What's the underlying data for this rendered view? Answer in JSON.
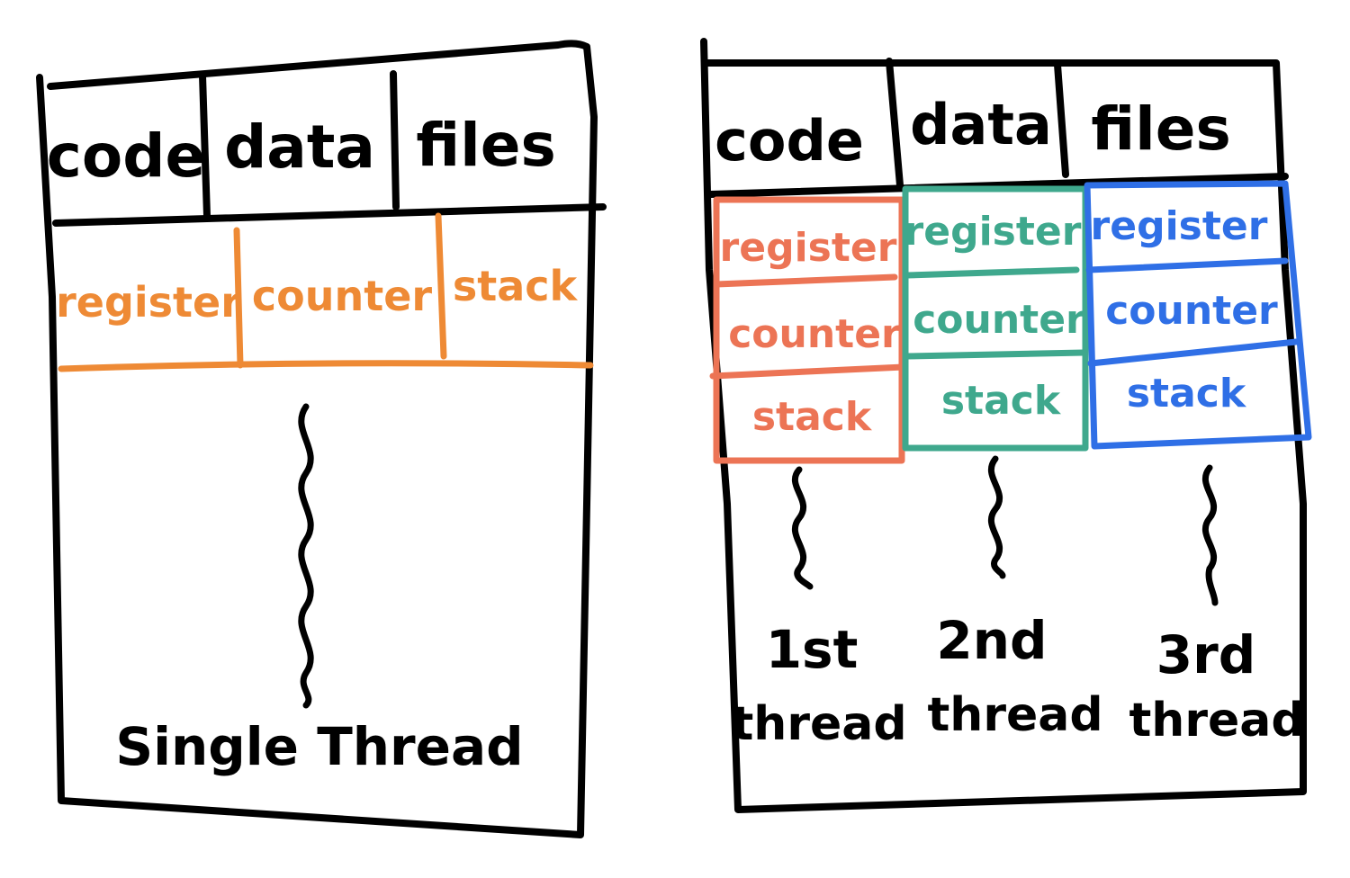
{
  "single_process": {
    "shared": {
      "code": "code",
      "data": "data",
      "files": "files"
    },
    "thread": {
      "register": "register",
      "counter": "counter",
      "stack": "stack"
    },
    "caption": "Single Thread"
  },
  "multi_process": {
    "shared": {
      "code": "code",
      "data": "data",
      "files": "files"
    },
    "threads": [
      {
        "register": "register",
        "counter": "counter",
        "stack": "stack",
        "label_line1": "1st",
        "label_line2": "thread",
        "color": "#ec7455"
      },
      {
        "register": "register",
        "counter": "counter",
        "stack": "stack",
        "label_line1": "2nd",
        "label_line2": "thread",
        "color": "#3fa88d"
      },
      {
        "register": "register",
        "counter": "counter",
        "stack": "stack",
        "label_line1": "3rd",
        "label_line2": "thread",
        "color": "#2f6fe6"
      }
    ]
  },
  "colors": {
    "ink": "#000000",
    "single_thread": "#ee8a35"
  }
}
